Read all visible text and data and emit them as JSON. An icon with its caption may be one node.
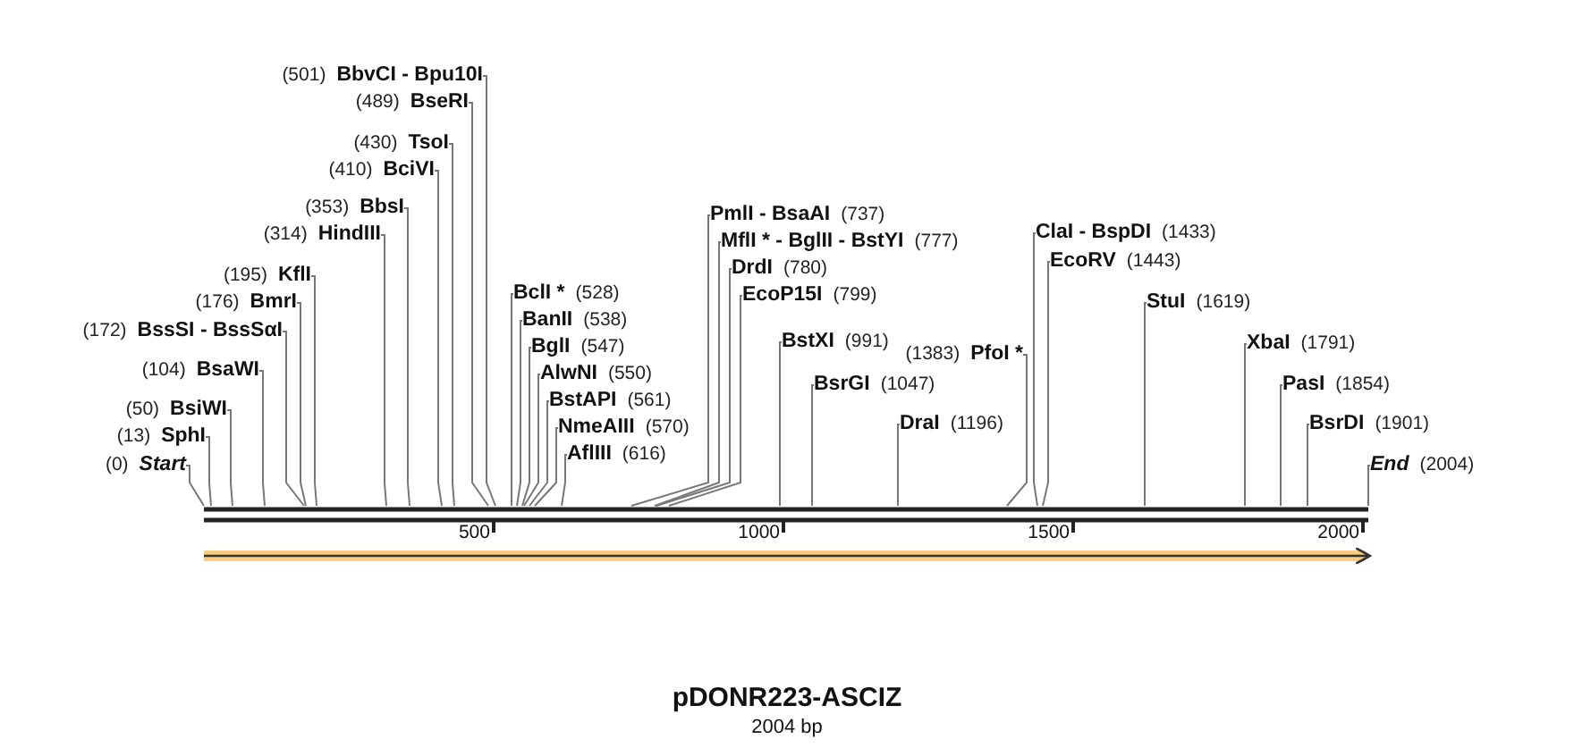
{
  "diagram": {
    "title": "pDONR223-ASCIZ",
    "caption": "2004 bp",
    "nodes": [
      {
        "text": [
          "Start"
        ],
        "beside": [
          "(0)"
        ]
      },
      {
        "text": [
          "SphI"
        ],
        "beside": [
          "(13)"
        ]
      },
      {
        "text": [
          "BsiWI"
        ],
        "beside": [
          "(50)"
        ]
      },
      {
        "text": [
          "BsaWI"
        ],
        "beside": [
          "(104)"
        ]
      },
      {
        "text": [
          "BssSI - BssSαI"
        ],
        "beside": [
          "(172)"
        ]
      },
      {
        "text": [
          "BmrI"
        ],
        "beside": [
          "(176)"
        ]
      },
      {
        "text": [
          "KflI"
        ],
        "beside": [
          "(195)"
        ]
      },
      {
        "text": [
          "HindIII"
        ],
        "beside": [
          "(314)"
        ]
      },
      {
        "text": [
          "BbsI"
        ],
        "beside": [
          "(353)"
        ]
      },
      {
        "text": [
          "BciVI"
        ],
        "beside": [
          "(410)"
        ]
      },
      {
        "text": [
          "TsoI"
        ],
        "beside": [
          "(430)"
        ]
      },
      {
        "text": [
          "BseRI"
        ],
        "beside": [
          "(489)"
        ]
      },
      {
        "text": [
          "BbvCI - Bpu10I"
        ],
        "beside": [
          "(501)"
        ]
      },
      {
        "text": [
          "BclI *"
        ],
        "beside": [
          "(528)"
        ]
      },
      {
        "text": [
          "BanII"
        ],
        "beside": [
          "(538)"
        ]
      },
      {
        "text": [
          "BglI"
        ],
        "beside": [
          "(547)"
        ]
      },
      {
        "text": [
          "AlwNI"
        ],
        "beside": [
          "(550)"
        ]
      },
      {
        "text": [
          "BstAPI"
        ],
        "beside": [
          "(561)"
        ]
      },
      {
        "text": [
          "NmeAIII"
        ],
        "beside": [
          "(570)"
        ]
      },
      {
        "text": [
          "AflIII"
        ],
        "beside": [
          "(616)"
        ]
      },
      {
        "text": [
          "PmlI - BsaAI"
        ],
        "beside": [
          "(737)"
        ]
      },
      {
        "text": [
          "MflI * - BglII - BstYI"
        ],
        "beside": [
          "(777)"
        ]
      },
      {
        "text": [
          "DrdI"
        ],
        "beside": [
          "(780)"
        ]
      },
      {
        "text": [
          "EcoP15I"
        ],
        "beside": [
          "(799)"
        ]
      },
      {
        "text": [
          "BstXI"
        ],
        "beside": [
          "(991)"
        ]
      },
      {
        "text": [
          "BsrGI"
        ],
        "beside": [
          "(1047)"
        ]
      },
      {
        "text": [
          "DraI"
        ],
        "beside": [
          "(1196)"
        ]
      },
      {
        "text": [
          "PfoI *"
        ],
        "beside": [
          "(1383)"
        ]
      },
      {
        "text": [
          "ClaI - BspDI"
        ],
        "beside": [
          "(1433)"
        ]
      },
      {
        "text": [
          "EcoRV"
        ],
        "beside": [
          "(1443)"
        ]
      },
      {
        "text": [
          "StuI"
        ],
        "beside": [
          "(1619)"
        ]
      },
      {
        "text": [
          "XbaI"
        ],
        "beside": [
          "(1791)"
        ]
      },
      {
        "text": [
          "PasI"
        ],
        "beside": [
          "(1854)"
        ]
      },
      {
        "text": [
          "BsrDI"
        ],
        "beside": [
          "(1901)"
        ]
      },
      {
        "text": [
          "End"
        ],
        "beside": [
          "(2004)"
        ]
      }
    ],
    "edges": [
      {
        "from": 0,
        "to": null,
        "arrow": "none"
      },
      {
        "from": 1,
        "to": null,
        "arrow": "none"
      },
      {
        "from": 2,
        "to": null,
        "arrow": "none"
      },
      {
        "from": 3,
        "to": null,
        "arrow": "none"
      },
      {
        "from": 4,
        "to": null,
        "arrow": "none"
      },
      {
        "from": 5,
        "to": null,
        "arrow": "none"
      },
      {
        "from": 6,
        "to": null,
        "arrow": "none"
      },
      {
        "from": 7,
        "to": null,
        "arrow": "none"
      },
      {
        "from": 8,
        "to": null,
        "arrow": "none"
      },
      {
        "from": 9,
        "to": null,
        "arrow": "none"
      },
      {
        "from": 10,
        "to": null,
        "arrow": "none"
      },
      {
        "from": 11,
        "to": null,
        "arrow": "none"
      },
      {
        "from": 12,
        "to": null,
        "arrow": "none"
      },
      {
        "from": 13,
        "to": null,
        "arrow": "none"
      },
      {
        "from": 14,
        "to": null,
        "arrow": "none"
      },
      {
        "from": 15,
        "to": null,
        "arrow": "none"
      },
      {
        "from": 16,
        "to": null,
        "arrow": "none"
      },
      {
        "from": 17,
        "to": null,
        "arrow": "none"
      },
      {
        "from": 18,
        "to": null,
        "arrow": "none"
      },
      {
        "from": 19,
        "to": null,
        "arrow": "none"
      },
      {
        "from": 20,
        "to": null,
        "arrow": "none"
      },
      {
        "from": 21,
        "to": null,
        "arrow": "none"
      },
      {
        "from": 22,
        "to": null,
        "arrow": "none"
      },
      {
        "from": 23,
        "to": null,
        "arrow": "none"
      },
      {
        "from": 24,
        "to": null,
        "arrow": "none"
      },
      {
        "from": 25,
        "to": null,
        "arrow": "none"
      },
      {
        "from": 26,
        "to": null,
        "arrow": "none"
      },
      {
        "from": 27,
        "to": null,
        "arrow": "none"
      },
      {
        "from": 28,
        "to": null,
        "arrow": "none"
      },
      {
        "from": 29,
        "to": null,
        "arrow": "none"
      },
      {
        "from": 30,
        "to": null,
        "arrow": "none"
      },
      {
        "from": 31,
        "to": null,
        "arrow": "none"
      },
      {
        "from": 32,
        "to": null,
        "arrow": "none"
      },
      {
        "from": 33,
        "to": null,
        "arrow": "none"
      },
      {
        "from": 34,
        "to": null,
        "arrow": "none"
      }
    ],
    "labels": [
      "500",
      "1000",
      "1500",
      "2000"
    ]
  }
}
